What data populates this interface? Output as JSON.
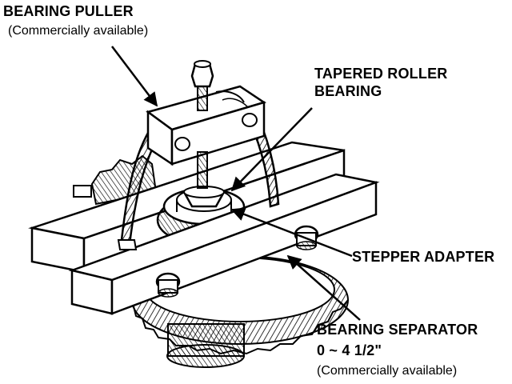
{
  "labels": {
    "bearing_puller": "BEARING PULLER",
    "bearing_puller_note": "(Commercially available)",
    "tapered_line1": "TAPERED ROLLER",
    "tapered_line2": "BEARING",
    "stepper_adapter": "STEPPER ADAPTER",
    "separator": "BEARING SEPARATOR",
    "separator_size": "0 ~ 4 1/2\"",
    "separator_note": "(Commercially available)"
  },
  "colors": {
    "ink": "#000000",
    "paper": "#ffffff"
  }
}
